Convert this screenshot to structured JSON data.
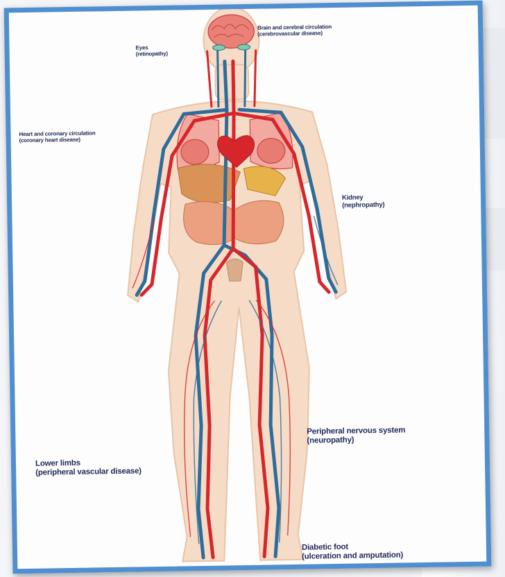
{
  "labels": {
    "brain": {
      "title": "Brain and cerebral circulation",
      "sub": "(cerebrovascular disease)"
    },
    "eyes": {
      "title": "Eyes",
      "sub": "(retinopathy)"
    },
    "heart": {
      "title": "Heart and coronary circulation",
      "sub": "(coronary heart disease)"
    },
    "kidney": {
      "title": "Kidney",
      "sub": "(nephropathy)"
    },
    "nervous": {
      "title": "Peripheral nervous system",
      "sub": "(neuropathy)"
    },
    "limbs": {
      "title": "Lower limbs",
      "sub": "(peripheral vascular disease)"
    },
    "foot": {
      "title": "Diabetic foot",
      "sub": "(ulceration and amputation)"
    }
  },
  "colors": {
    "artery": "#d7262b",
    "vein": "#2e6c9a",
    "skin": "#f6dcc6",
    "label": "#1f2a59",
    "frame": "#4f8fd0"
  }
}
